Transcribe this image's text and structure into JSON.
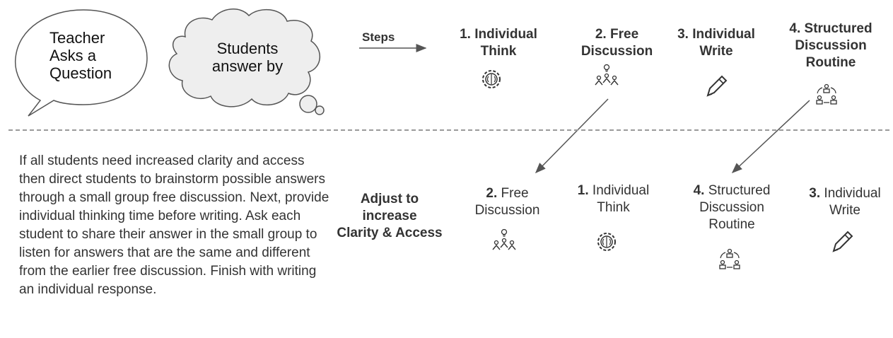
{
  "speech_bubble": {
    "text": "Teacher\nAsks a\nQuestion"
  },
  "thought_bubble": {
    "text": "Students\nanswer by"
  },
  "steps_label": "Steps",
  "top_steps": [
    {
      "number": "1.",
      "text": "Individual\nThink",
      "icon": "brain-gear-icon"
    },
    {
      "number": "2.",
      "text": "Free\nDiscussion",
      "icon": "group-idea-icon"
    },
    {
      "number": "3.",
      "text": "Individual\nWrite",
      "icon": "pencil-icon"
    },
    {
      "number": "4.",
      "text": "Structured\nDiscussion\nRoutine",
      "icon": "cycle-people-icon"
    }
  ],
  "paragraph": "If all students need increased clarity and access then direct students to brainstorm possible answers through a small group free discussion. Next, provide individual thinking time before writing. Ask each student to share their answer in the small group to listen for answers that are the same and different from the earlier free discussion. Finish with writing an individual response.",
  "adjust_label": "Adjust  to\nincrease\nClarity & Access",
  "adjusted_steps": [
    {
      "number": "2.",
      "text": "Free\nDiscussion",
      "icon": "group-idea-icon"
    },
    {
      "number": "1.",
      "text": "Individual\nThink",
      "icon": "brain-gear-icon"
    },
    {
      "number": "4.",
      "text": "Structured\nDiscussion\nRoutine",
      "icon": "cycle-people-icon"
    },
    {
      "number": "3.",
      "text": "Individual\nWrite",
      "icon": "pencil-icon"
    }
  ],
  "colors": {
    "text": "#333333",
    "line": "#555555",
    "divider": "#9a9a9a",
    "cloud_fill": "#eeeeee"
  }
}
